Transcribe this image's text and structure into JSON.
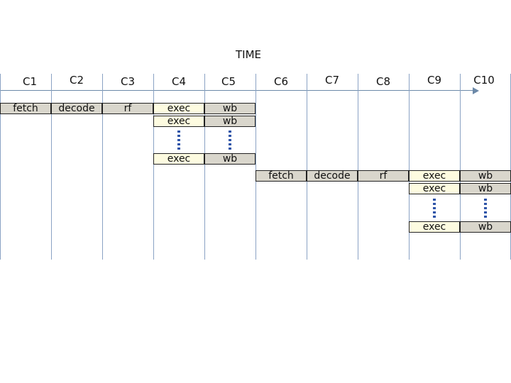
{
  "title": "TIME",
  "cycles": [
    "C1",
    "C2",
    "C3",
    "C4",
    "C5",
    "C6",
    "C7",
    "C8",
    "C9",
    "C10"
  ],
  "stages": {
    "fetch": "fetch",
    "decode": "decode",
    "rf": "rf",
    "exec": "exec",
    "wb": "wb"
  },
  "colors": {
    "stage_box": "#d9d6cc",
    "exec_box": "#fdfbe0",
    "axis": "#6c89a8",
    "gridline": "#8aa2c4",
    "dots": "#2e54a8"
  }
}
